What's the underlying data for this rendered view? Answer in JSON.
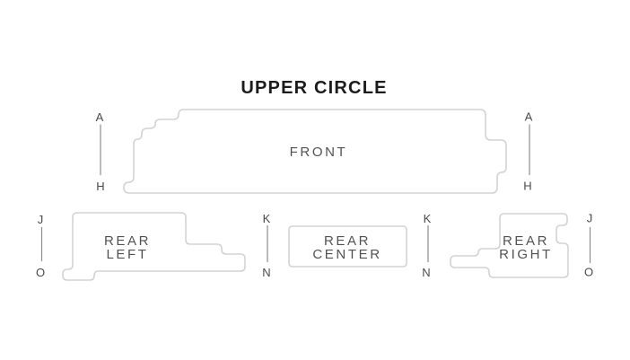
{
  "title": "UPPER CIRCLE",
  "sections": {
    "front": {
      "name": "FRONT",
      "lines": [
        "FRONT"
      ],
      "row_first": "A",
      "row_last": "H"
    },
    "rear_left": {
      "name": "REAR LEFT",
      "lines": [
        "REAR",
        "LEFT"
      ],
      "row_first": "J",
      "row_last": "O"
    },
    "rear_center": {
      "name": "REAR CENTER",
      "lines": [
        "REAR",
        "CENTER"
      ],
      "row_first": "K",
      "row_last": "N"
    },
    "rear_right": {
      "name": "REAR RIGHT",
      "lines": [
        "REAR",
        "RIGHT"
      ],
      "row_first": "J",
      "row_last": "O"
    }
  },
  "row_markers": {
    "front_left": {
      "top": "A",
      "bottom": "H"
    },
    "front_right": {
      "top": "A",
      "bottom": "H"
    },
    "rear_far_left": {
      "top": "J",
      "bottom": "O"
    },
    "rear_center_left": {
      "top": "K",
      "bottom": "N"
    },
    "rear_center_right": {
      "top": "K",
      "bottom": "N"
    },
    "rear_far_right": {
      "top": "J",
      "bottom": "O"
    }
  },
  "colors": {
    "background": "#ffffff",
    "section_outline": "#d2d3d4",
    "section_fill": "#ffffff",
    "section_label": "#525252",
    "row_letter": "#4a4a4a",
    "row_line": "#8d8d8d",
    "title": "#1c1c1c"
  }
}
